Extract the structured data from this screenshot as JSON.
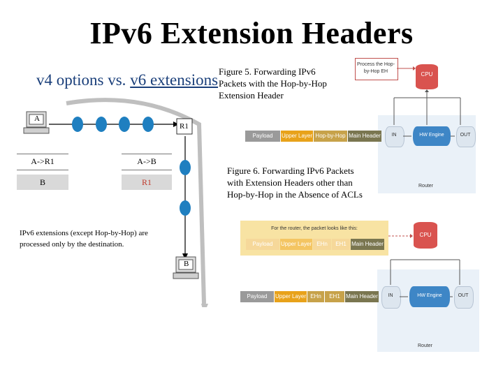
{
  "title": "IPv6 Extension Headers",
  "left": {
    "heading_v4": "v4 options vs.",
    "heading_v6": "v6 extensions",
    "host_a_label": "A",
    "host_b_label": "B",
    "router_label": "R1",
    "table": [
      [
        "A->R1",
        "A->B"
      ],
      [
        "B",
        "R1"
      ]
    ],
    "note": "IPv6 extensions (except Hop-by-Hop) are processed only by the destination."
  },
  "figure5": {
    "caption": "Figure 5. Forwarding IPv6 Packets with the Hop-by-Hop Extension Header",
    "process_label": "Process the Hop-by-Hop EH",
    "cpu": "CPU",
    "packet": [
      "Payload",
      "Upper Layer",
      "Hop-by-Hop",
      "Main Header"
    ],
    "in": "IN",
    "hw_engine": "HW Engine",
    "out": "OUT",
    "router": "Router"
  },
  "figure6": {
    "caption": "Figure 6. Forwarding IPv6 Packets with Extension Headers other than Hop-by-Hop in the Absence of ACLs",
    "router_view": "For the router, the packet looks like this:",
    "packet_faded": [
      "Payload",
      "Upper Layer",
      "EHn",
      "EH1",
      "Main Header"
    ],
    "cpu": "CPU",
    "packet": [
      "Payload",
      "Upper Layer",
      "EHn",
      "EH1",
      "Main Header"
    ],
    "in": "IN",
    "hw_engine": "HW Engine",
    "out": "OUT",
    "router": "Router"
  },
  "colors": {
    "payload": "#9a9a9a",
    "upper_layer": "#e8a21a",
    "hop_by_hop": "#c7a24a",
    "main_header": "#7a7650",
    "cpu_red": "#d9534f",
    "hw_engine_blue": "#3e86c6",
    "node_blue": "#1f7fc0",
    "router_box": "#eaf1f8"
  }
}
